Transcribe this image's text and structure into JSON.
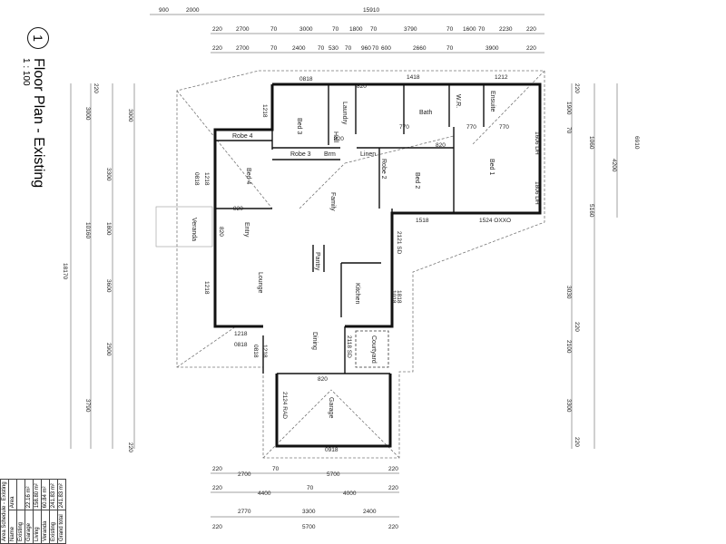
{
  "title": {
    "number": "1",
    "name": "Floor Plan - Existing",
    "scale": "1 : 100"
  },
  "schedule": {
    "heading": "Area Schedule - Existing",
    "columns": [
      "Name",
      "Area"
    ],
    "rows": [
      [
        "Existing",
        ""
      ],
      [
        "Garage",
        "22.16 m²"
      ],
      [
        "Living",
        "158.80 m²"
      ],
      [
        "Veranda",
        "60.84 m²"
      ],
      [
        "Existing",
        "241.83 m²"
      ],
      [
        "Grand total",
        "241.83 m²"
      ]
    ]
  },
  "rooms": {
    "bed3": "Bed 3",
    "laundry": "Laundry",
    "bath": "Bath",
    "wr": "W.R.",
    "ensuite": "Ensuite",
    "hall": "Hall",
    "robe4": "Robe 4",
    "robe3": "Robe 3",
    "brm": "Brm",
    "linen": "Linen",
    "robe2": "Robe 2",
    "bed4": "Bed 4",
    "bed2": "Bed 2",
    "bed1": "Bed 1",
    "family": "Family",
    "entry": "Entry",
    "veranda": "Veranda",
    "lounge": "Lounge",
    "pantry": "Pantry",
    "kitchen": "Kitchen",
    "dining": "Dining",
    "courtyard": "Courtyard",
    "garage": "Garage"
  },
  "labels": [
    "0818",
    "1418",
    "1212",
    "820",
    "820",
    "770",
    "770",
    "770",
    "820",
    "1218",
    "1218",
    "1518",
    "1524 OXXO",
    "2121 SD",
    "1818",
    "0818",
    "1218",
    "2118 SD",
    "0818",
    "1218",
    "2124 RAD",
    "0918",
    "820",
    "820",
    "1606 DH",
    "1806 DH",
    "1018",
    "1218",
    "820",
    "0818"
  ],
  "dims": {
    "top1": [
      "900",
      "2000",
      "15910"
    ],
    "top2": [
      "220",
      "2700",
      "70",
      "3000",
      "70",
      "1800",
      "70",
      "3790",
      "70",
      "1600",
      "70",
      "2230",
      "220"
    ],
    "top3": [
      "220",
      "2700",
      "70",
      "2400",
      "70",
      "530",
      "70",
      "960",
      "70",
      "600",
      "2660",
      "70",
      "3900",
      "220"
    ],
    "bot1": [
      "220",
      "2700",
      "70",
      "5700",
      "220"
    ],
    "bot2": [
      "220",
      "4400",
      "70",
      "4000",
      "220"
    ],
    "bot3": [
      "2770",
      "3300",
      "2400",
      "220",
      "5700",
      "220"
    ],
    "left1": [
      "18170"
    ],
    "left2": [
      "220",
      "3000",
      "3000",
      "3300",
      "1800",
      "3600",
      "2900",
      "3790",
      "220",
      "10160"
    ],
    "right": [
      "220",
      "1900",
      "70",
      "1060",
      "4200",
      "6910",
      "5160",
      "3030",
      "2100",
      "3300",
      "220",
      "220"
    ]
  }
}
